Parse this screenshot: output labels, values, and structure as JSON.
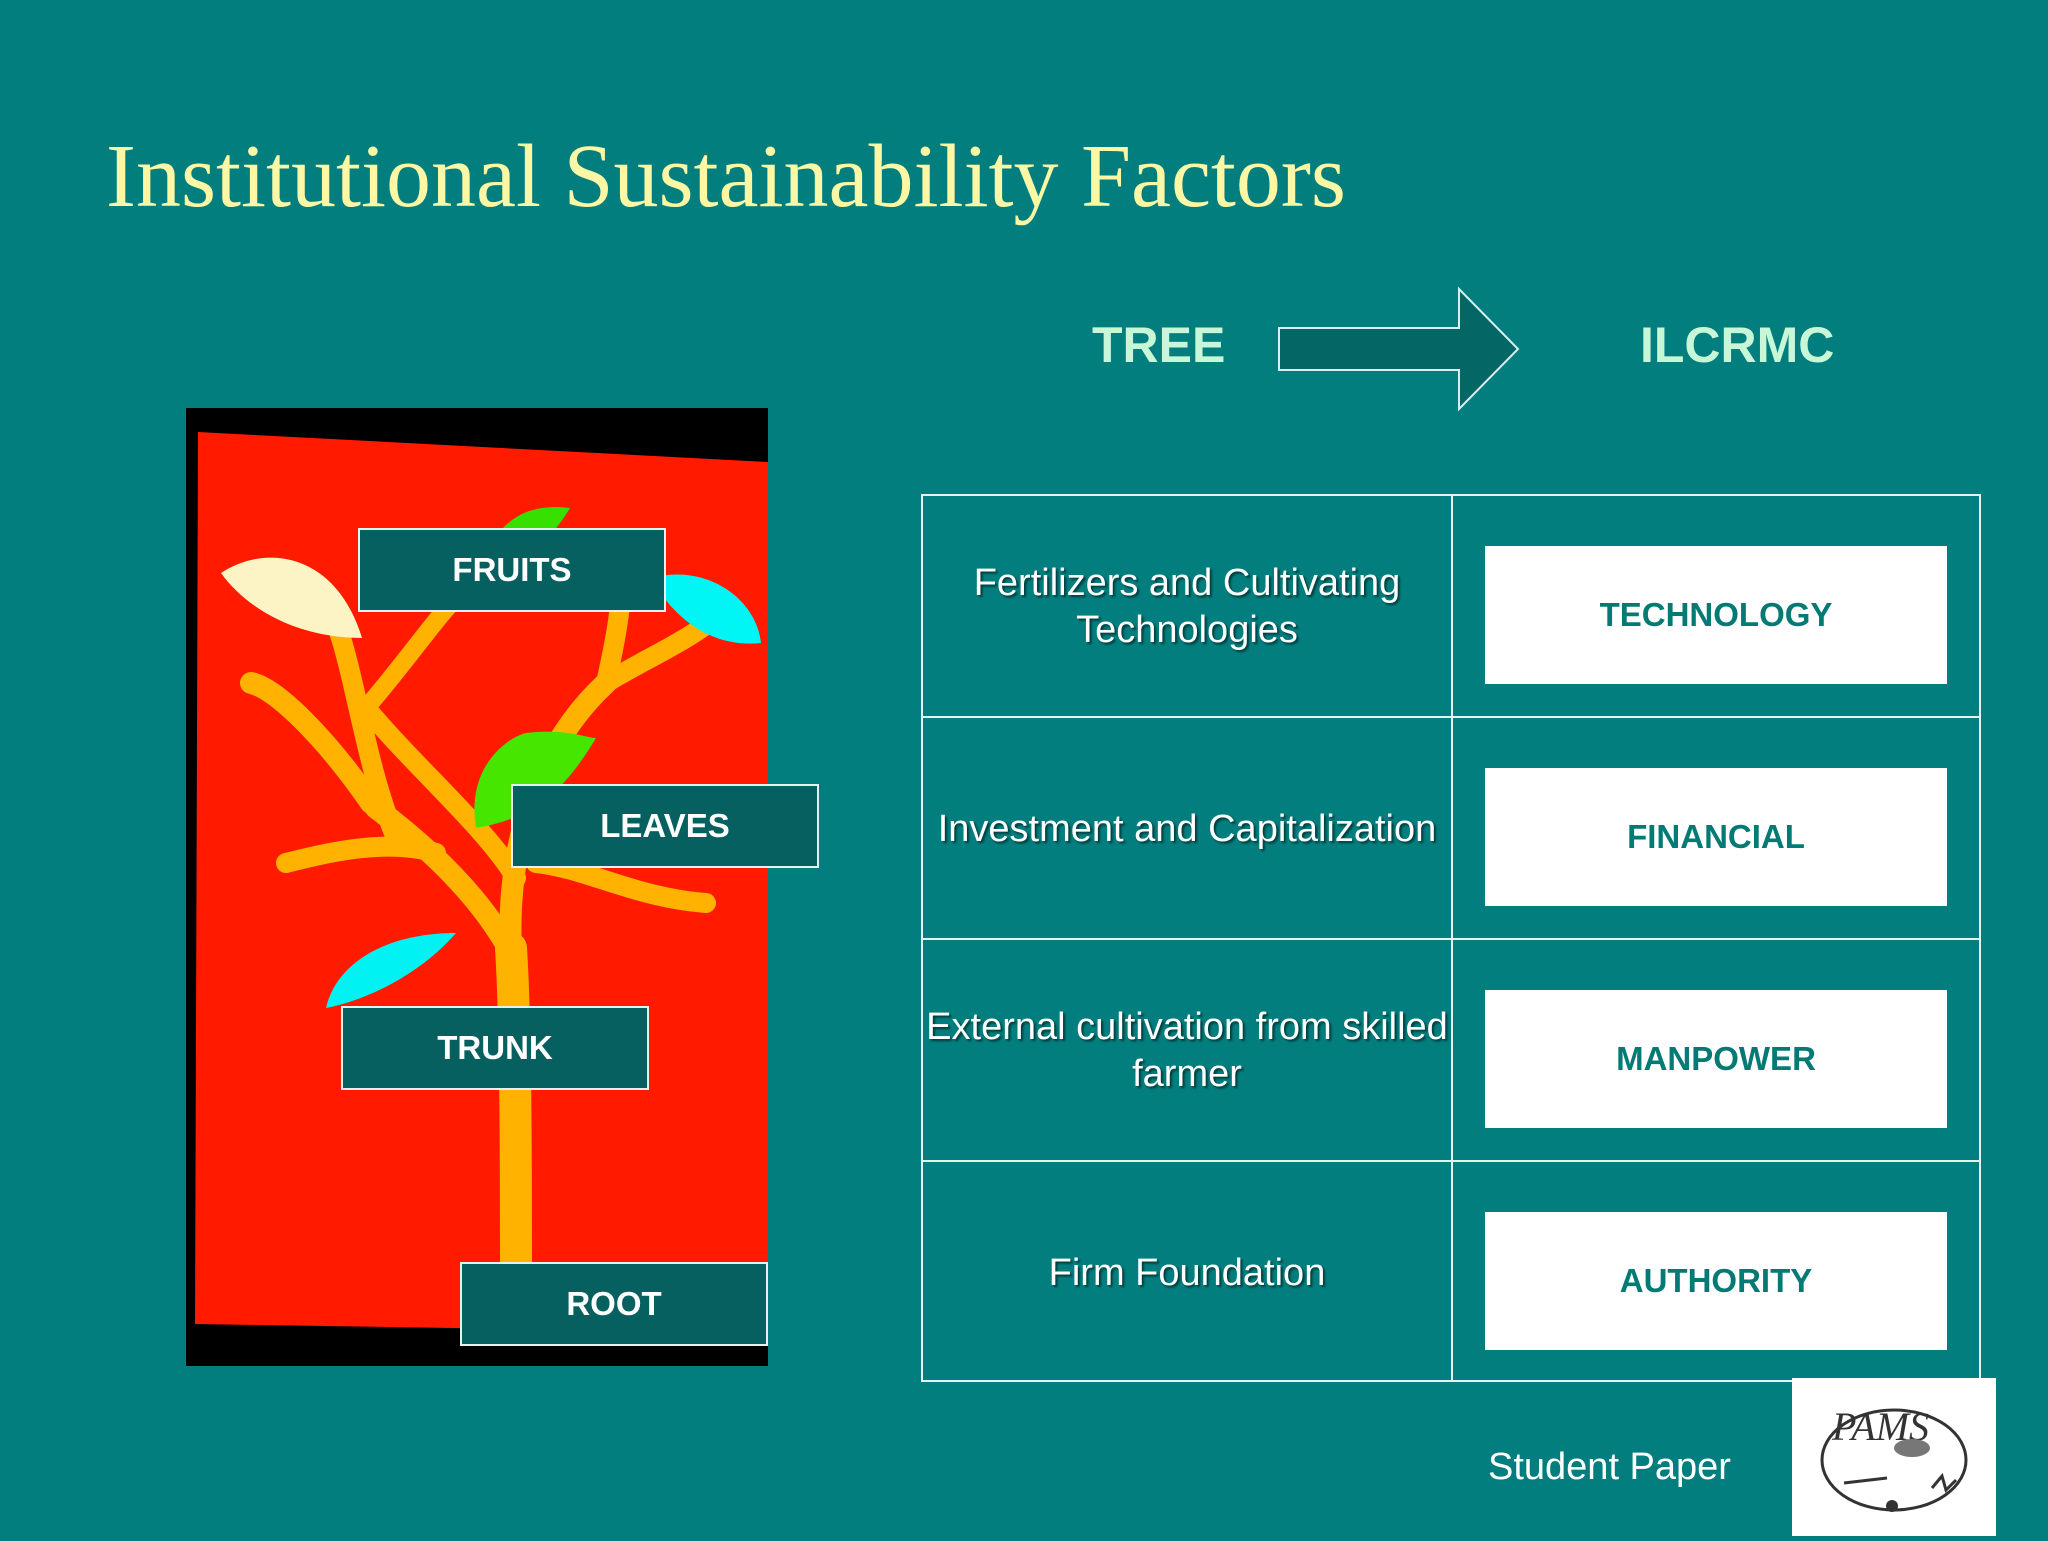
{
  "title": "Institutional Sustainability Factors",
  "headers": {
    "left": "TREE",
    "right": "ILCRMC"
  },
  "tree_labels": {
    "fruits": "FRUITS",
    "leaves": "LEAVES",
    "trunk": "TRUNK",
    "root": "ROOT"
  },
  "rows": [
    {
      "tree": "Fertilizers and Cultivating Technologies",
      "ilcrmc": "TECHNOLOGY"
    },
    {
      "tree": "Investment and Capitalization",
      "ilcrmc": "FINANCIAL"
    },
    {
      "tree": "External cultivation from skilled farmer",
      "ilcrmc": "MANPOWER"
    },
    {
      "tree": "Firm Foundation",
      "ilcrmc": "AUTHORITY"
    }
  ],
  "footer": "Student Paper",
  "logo_text": "PAMS",
  "colors": {
    "background": "#037e7e",
    "title": "#fbf7a4",
    "header": "#c8f7d8",
    "panel": "#ff1a00",
    "branch": "#ffb300",
    "label_bg": "#05605f"
  }
}
